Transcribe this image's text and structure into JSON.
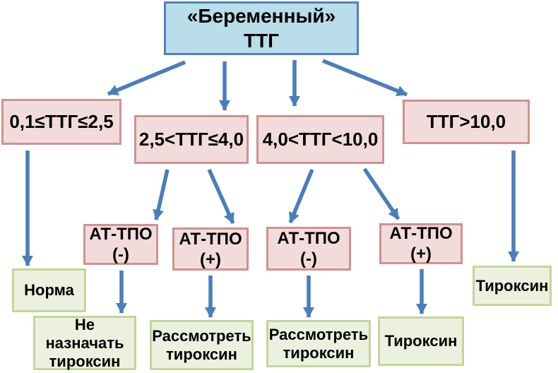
{
  "colors": {
    "background": "#ffffff",
    "root_fill": "#b9dde9",
    "root_border": "#4f81bd",
    "pink_fill": "#f2dcdb",
    "pink_border": "#cf9290",
    "green_fill": "#ebf1de",
    "green_border": "#c3d69b",
    "arrow": "#4a7ebb",
    "text": "#000000"
  },
  "nodes": {
    "root": {
      "label": "«Беременный»\nТТГ"
    },
    "range1": {
      "label": "0,1≤ТТГ≤2,5"
    },
    "range2": {
      "label": "2,5<ТТГ≤4,0"
    },
    "range3": {
      "label": "4,0<ТТГ<10,0"
    },
    "range4": {
      "label": "ТТГ>10,0"
    },
    "attpo_neg_1": {
      "label": "АТ-ТПО\n(-)"
    },
    "attpo_pos_1": {
      "label": "АТ-ТПО\n(+)"
    },
    "attpo_neg_2": {
      "label": "АТ-ТПО\n(-)"
    },
    "attpo_pos_2": {
      "label": "АТ-ТПО\n(+)"
    },
    "norma": {
      "label": "Норма"
    },
    "no_thyroxine": {
      "label": "Не\nназначать\nтироксин"
    },
    "consider_thyroxine_1": {
      "label": "Рассмотреть\nтироксин"
    },
    "consider_thyroxine_2": {
      "label": "Рассмотреть\nтироксин"
    },
    "thyroxine_right": {
      "label": "Тироксин"
    },
    "thyroxine_bottom": {
      "label": "Тироксин"
    }
  },
  "edges": [
    {
      "from": "root",
      "to": "range1"
    },
    {
      "from": "root",
      "to": "range2"
    },
    {
      "from": "root",
      "to": "range3"
    },
    {
      "from": "root",
      "to": "range4"
    },
    {
      "from": "range1",
      "to": "norma"
    },
    {
      "from": "range2",
      "to": "attpo_neg_1"
    },
    {
      "from": "range2",
      "to": "attpo_pos_1"
    },
    {
      "from": "range3",
      "to": "attpo_neg_2"
    },
    {
      "from": "range3",
      "to": "attpo_pos_2"
    },
    {
      "from": "range4",
      "to": "thyroxine_right"
    },
    {
      "from": "attpo_neg_1",
      "to": "no_thyroxine"
    },
    {
      "from": "attpo_pos_1",
      "to": "consider_thyroxine_1"
    },
    {
      "from": "attpo_neg_2",
      "to": "consider_thyroxine_2"
    },
    {
      "from": "attpo_pos_2",
      "to": "thyroxine_bottom"
    }
  ]
}
